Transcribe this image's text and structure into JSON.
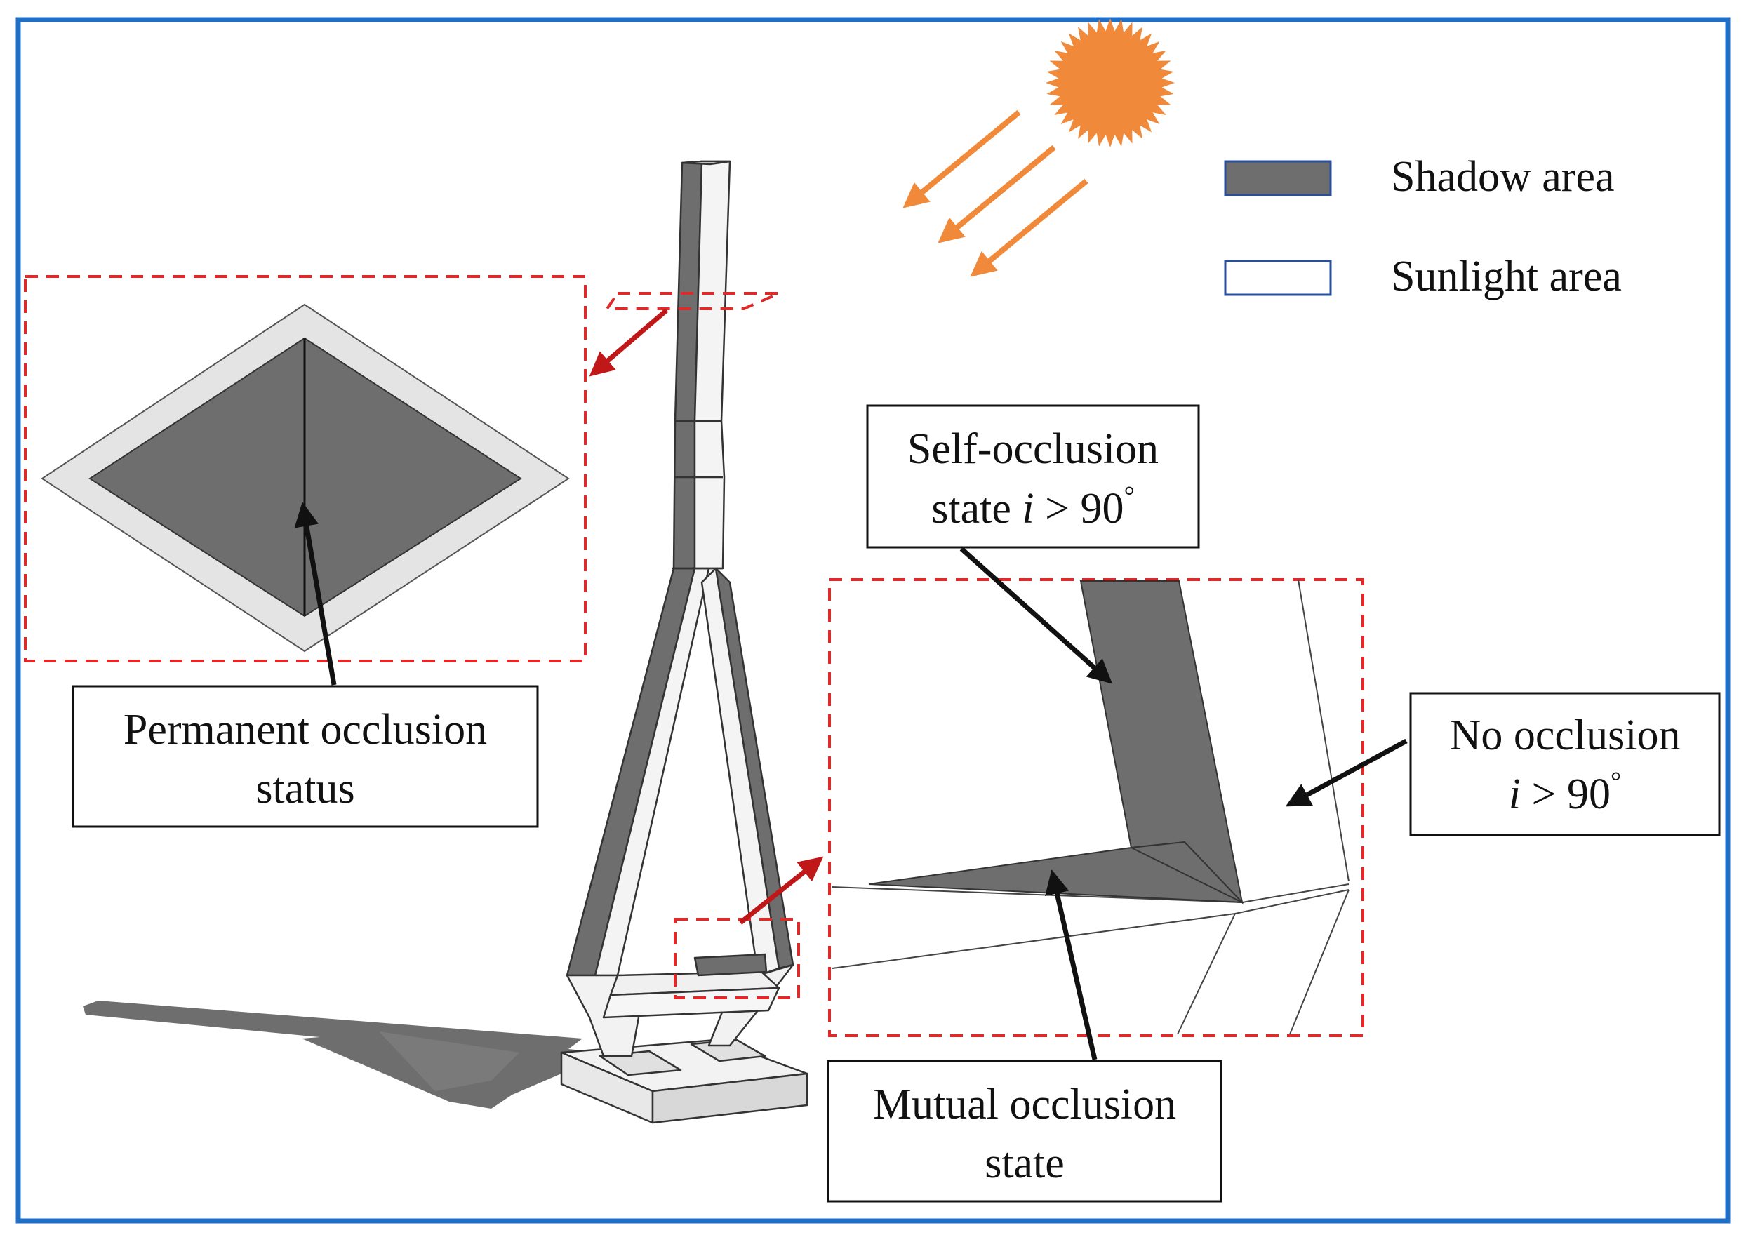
{
  "legend": {
    "shadow_label": "Shadow area",
    "sunlight_label": "Sunlight area"
  },
  "labels": {
    "self_occlusion": {
      "line1": "Self-occlusion",
      "line2_prefix": "state ",
      "line2_var": "i",
      "line2_rel": " > 90",
      "line2_deg": "°"
    },
    "no_occlusion": {
      "line1": "No occlusion",
      "line2_var": "i",
      "line2_rel": " > 90",
      "line2_deg": "°"
    },
    "permanent_occlusion": {
      "line1": "Permanent occlusion",
      "line2": "status"
    },
    "mutual_occlusion": {
      "line1": "Mutual occlusion",
      "line2": "state"
    }
  },
  "icons": {
    "sun": "sun-icon",
    "rays": "sun-ray-arrow-icon"
  },
  "colors": {
    "frame": "#1f6fc9",
    "shadow": "#6e6e6e",
    "sunlight": "#ffffff",
    "sun": "#f08a3a",
    "callout_dash": "#e02a2a",
    "callout_arrow": "#c01818",
    "pointer_arrow": "#111111"
  }
}
